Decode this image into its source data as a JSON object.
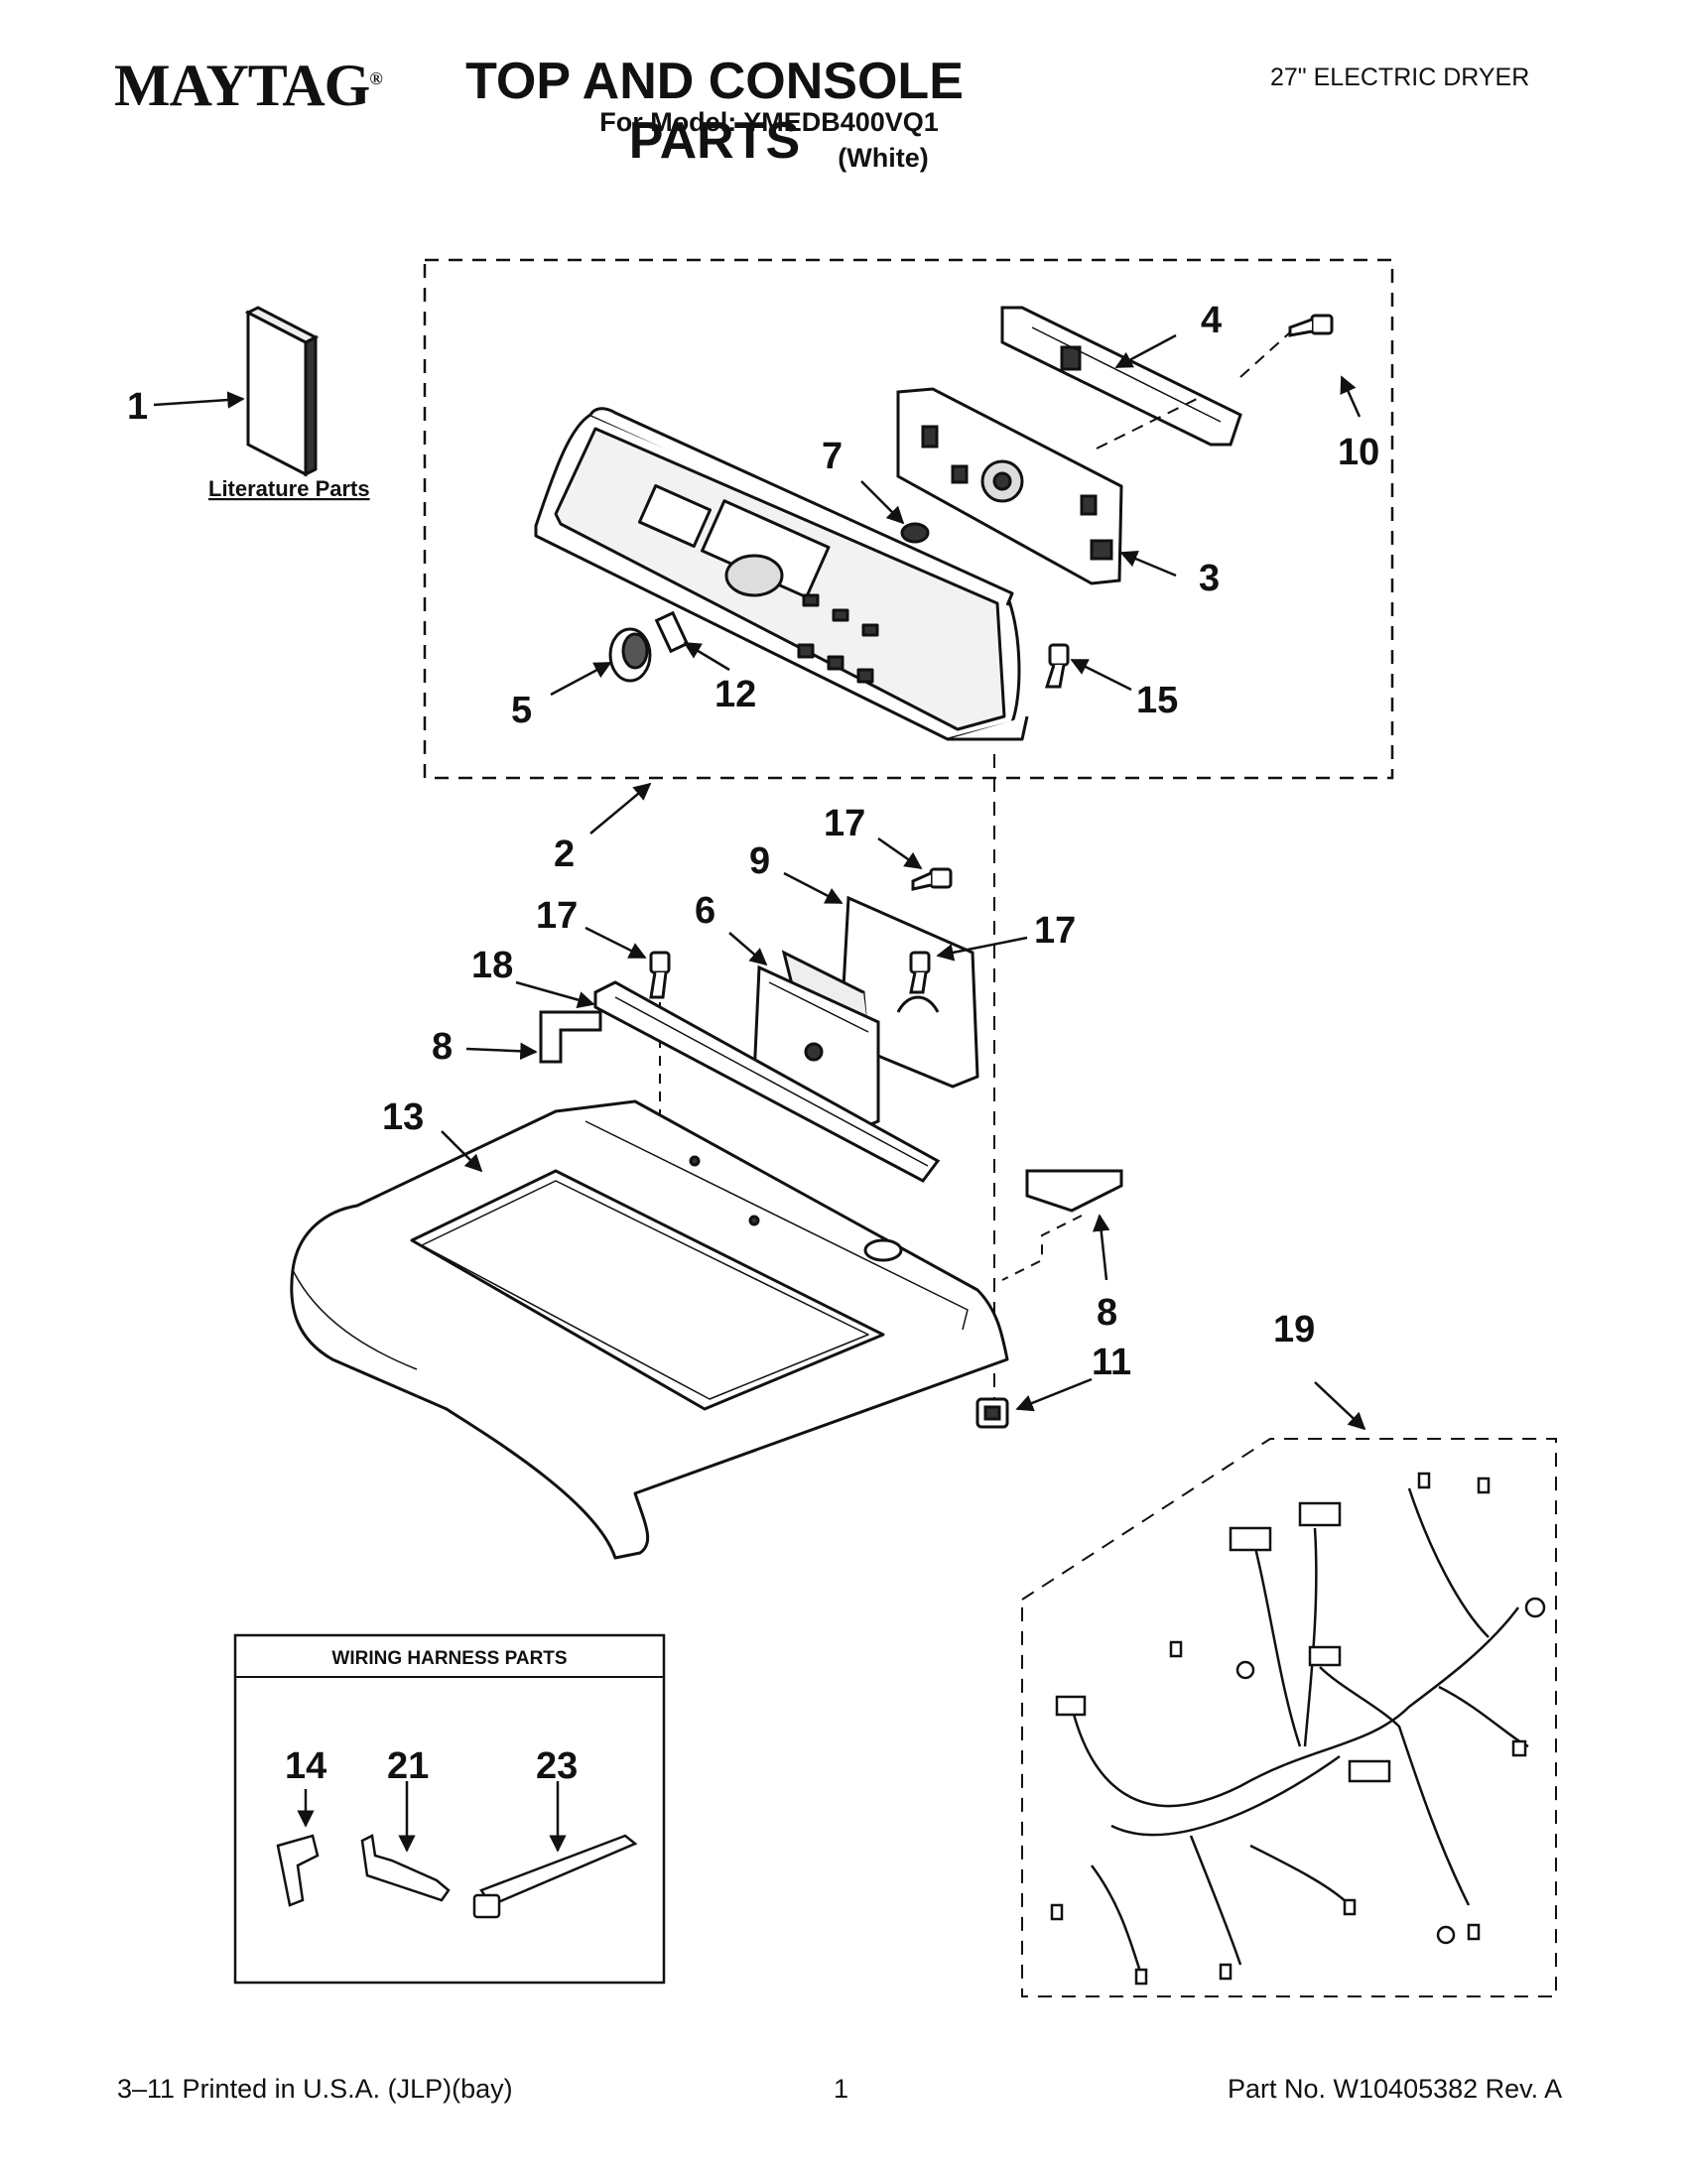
{
  "header": {
    "brand": "MAYTAG",
    "brand_mark": "®",
    "title": "TOP AND CONSOLE PARTS",
    "model_line": "For Model: YMEDB400VQ1",
    "color_line": "(White)",
    "product": "27\" ELECTRIC DRYER"
  },
  "literature_label": "Literature Parts",
  "wiring_box_title": "WIRING HARNESS PARTS",
  "callouts": {
    "c1": "1",
    "c2": "2",
    "c3": "3",
    "c4": "4",
    "c5": "5",
    "c6": "6",
    "c7": "7",
    "c8a": "8",
    "c8b": "8",
    "c9": "9",
    "c10": "10",
    "c11": "11",
    "c12": "12",
    "c13": "13",
    "c14": "14",
    "c15": "15",
    "c17a": "17",
    "c17b": "17",
    "c17c": "17",
    "c18": "18",
    "c19": "19",
    "c21": "21",
    "c23": "23"
  },
  "footer": {
    "left": "3–11 Printed in U.S.A. (JLP)(bay)",
    "page": "1",
    "part_no": "Part No. W10405382 Rev. A"
  }
}
